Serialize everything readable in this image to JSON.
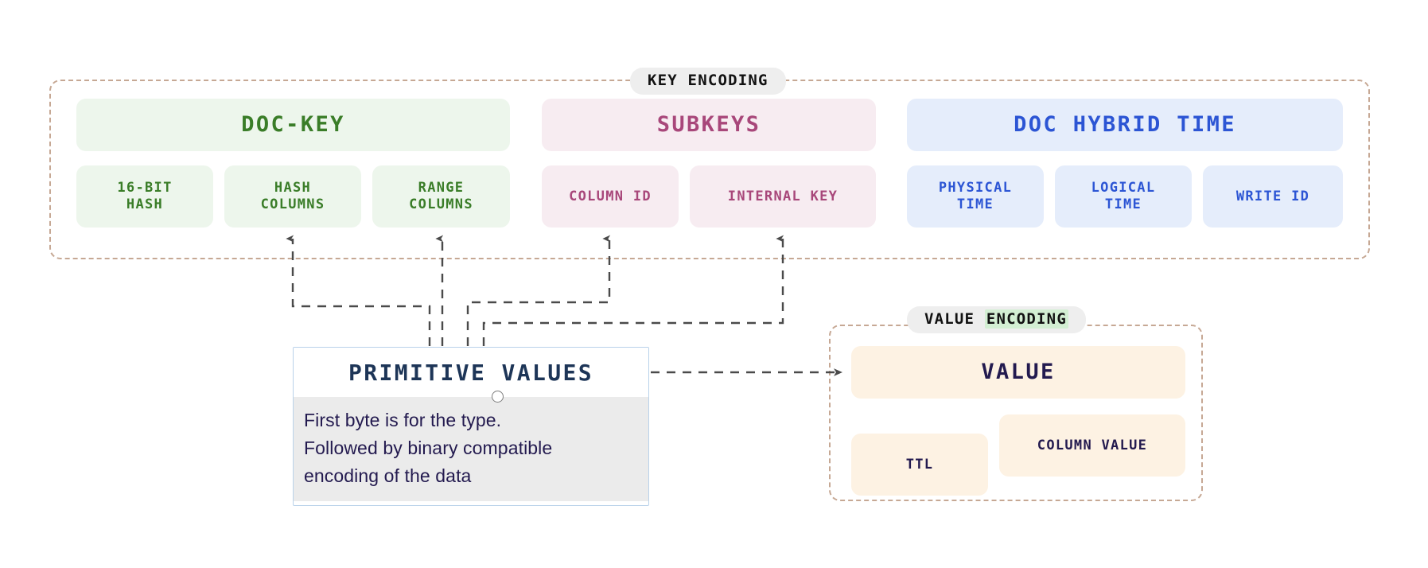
{
  "diagram": {
    "title_hidden": "YugabyteDB DocDB key and value encoding layout",
    "groups": [
      {
        "id": "key-encoding",
        "label_plain": "KEY ENCODING",
        "label_part1": "KEY ENCODING",
        "label_part2": "",
        "highlight_part2": false
      },
      {
        "id": "value-encoding",
        "label_plain": "VALUE ENCODING",
        "label_part1": "VALUE ",
        "label_part2": "ENCODING",
        "highlight_part2": true
      }
    ],
    "key_encoding": {
      "sections": [
        {
          "id": "doc-key",
          "header": "DOC-KEY",
          "color": "#3a7d28",
          "bg": "#edf6ec",
          "children": [
            {
              "id": "sixteen-bit-hash",
              "label": "16-BIT\nHASH"
            },
            {
              "id": "hash-columns",
              "label": "HASH\nCOLUMNS"
            },
            {
              "id": "range-columns",
              "label": "RANGE\nCOLUMNS"
            }
          ]
        },
        {
          "id": "subkeys",
          "header": "SUBKEYS",
          "color": "#a8477a",
          "bg": "#f7ecf1",
          "children": [
            {
              "id": "column-id",
              "label": "COLUMN ID"
            },
            {
              "id": "internal-key",
              "label": "INTERNAL KEY"
            }
          ]
        },
        {
          "id": "doc-hybrid-time",
          "header": "DOC HYBRID TIME",
          "color": "#2c55d4",
          "bg": "#e5edfb",
          "children": [
            {
              "id": "physical-time",
              "label": "PHYSICAL\nTIME"
            },
            {
              "id": "logical-time",
              "label": "LOGICAL\nTIME"
            },
            {
              "id": "write-id",
              "label": "WRITE ID"
            }
          ]
        }
      ]
    },
    "value_encoding": {
      "header": "VALUE",
      "color": "#231a4f",
      "bg": "#fdf2e3",
      "children": [
        {
          "id": "ttl",
          "label": "TTL"
        },
        {
          "id": "column-value",
          "label": "COLUMN VALUE"
        }
      ]
    },
    "primitive_values": {
      "title": "PRIMITIVE VALUES",
      "body": "First byte is for the type.\nFollowed by binary compatible\nencoding of the data",
      "title_color": "#1d3557",
      "border_color": "#b9d2ea",
      "body_bg": "#ebebeb"
    },
    "colors": {
      "group_border": "#c6a894",
      "connector": "#4a4a4a",
      "label_bg": "#eeeeee",
      "highlight_green": "#d3efd3"
    }
  }
}
